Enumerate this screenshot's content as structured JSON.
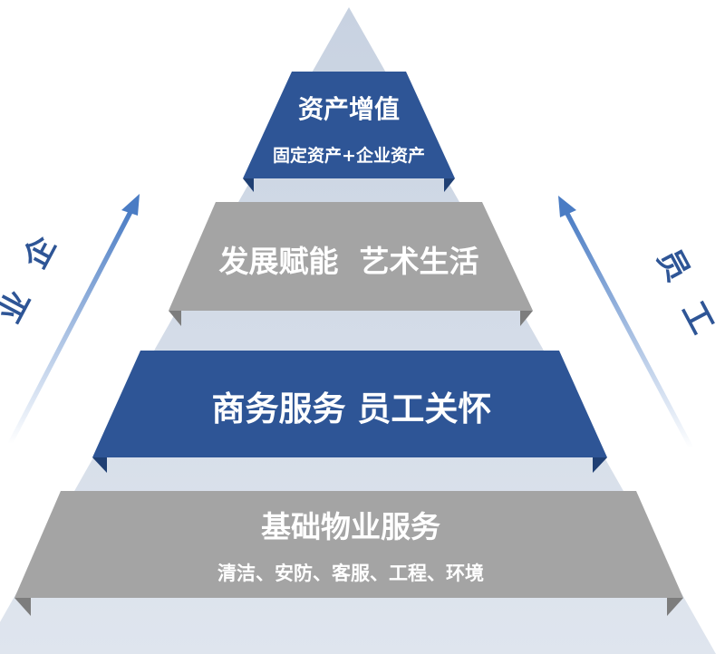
{
  "pyramid": {
    "tiers": [
      {
        "title": "资产增值",
        "subtitle": "固定资产+企业资产",
        "style": "blue"
      },
      {
        "title": "发展赋能  艺术生活",
        "subtitle": "",
        "style": "gray"
      },
      {
        "title": "商务服务 员工关怀",
        "subtitle": "",
        "style": "blue"
      },
      {
        "title": "基础物业服务",
        "subtitle": "清洁、安防、客服、工程、环境",
        "style": "gray"
      }
    ]
  },
  "sides": {
    "left": {
      "chars": [
        "企",
        "业"
      ]
    },
    "right": {
      "chars": [
        "员",
        "工"
      ]
    }
  },
  "colors": {
    "blue": "#2e5596",
    "blue_dark": "#1f3f73",
    "gray": "#a4a4a4",
    "gray_dark": "#7d7d7d",
    "pyramid_bg": "#d6dde8",
    "arrow": "#4a7cc4"
  }
}
